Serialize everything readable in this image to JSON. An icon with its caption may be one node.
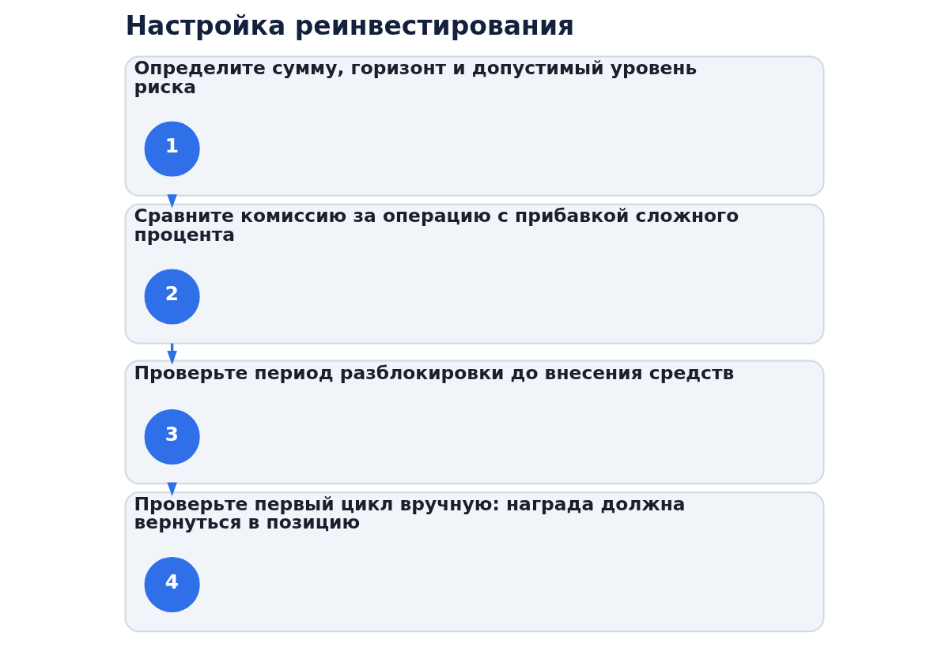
{
  "diagram": {
    "title": "Настройка реинвестирования",
    "nodes": [
      {
        "text": [
          "Определите сумму, горизонт и допустимый уровень риска"
        ]
      },
      {
        "text": [
          "1"
        ],
        "in": 0
      },
      {
        "text": [
          "Сравните комиссию за операцию с прибавкой сложного процента"
        ]
      },
      {
        "text": [
          "2"
        ],
        "in": 2
      },
      {
        "text": [
          "Проверьте период разблокировки до внесения средств"
        ]
      },
      {
        "text": [
          "3"
        ],
        "in": 4
      },
      {
        "text": [
          "Проверьте первый цикл вручную: награда должна вернуться в позицию"
        ]
      },
      {
        "text": [
          "4"
        ],
        "in": 6
      }
    ],
    "edges": [
      {
        "from": 0,
        "to": 2,
        "arrow": "to"
      },
      {
        "from": 2,
        "to": 4,
        "arrow": "to"
      },
      {
        "from": 4,
        "to": 6,
        "arrow": "to"
      }
    ]
  }
}
